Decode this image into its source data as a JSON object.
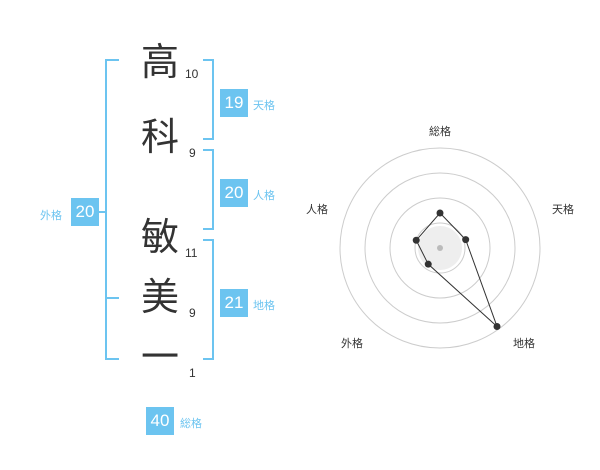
{
  "name": {
    "chars": [
      {
        "char": "高",
        "strokes": "10"
      },
      {
        "char": "科",
        "strokes": "9"
      },
      {
        "char": "敏",
        "strokes": "11"
      },
      {
        "char": "美",
        "strokes": "9"
      },
      {
        "char": "一",
        "strokes": "1"
      }
    ]
  },
  "scores": {
    "tenkaku": {
      "value": "19",
      "label": "天格"
    },
    "jinkaku": {
      "value": "20",
      "label": "人格"
    },
    "chikaku": {
      "value": "21",
      "label": "地格"
    },
    "gaikaku": {
      "value": "20",
      "label": "外格"
    },
    "soukaku": {
      "value": "40",
      "label": "総格"
    }
  },
  "radar": {
    "axes": [
      "総格",
      "天格",
      "地格",
      "外格",
      "人格"
    ],
    "values": [
      0.35,
      0.27,
      0.97,
      0.2,
      0.25
    ],
    "colors": {
      "ring": "#cccccc",
      "line": "#333333",
      "fill": "#eeeeee"
    }
  },
  "colors": {
    "accent": "#6cc4f0",
    "text": "#333333"
  }
}
